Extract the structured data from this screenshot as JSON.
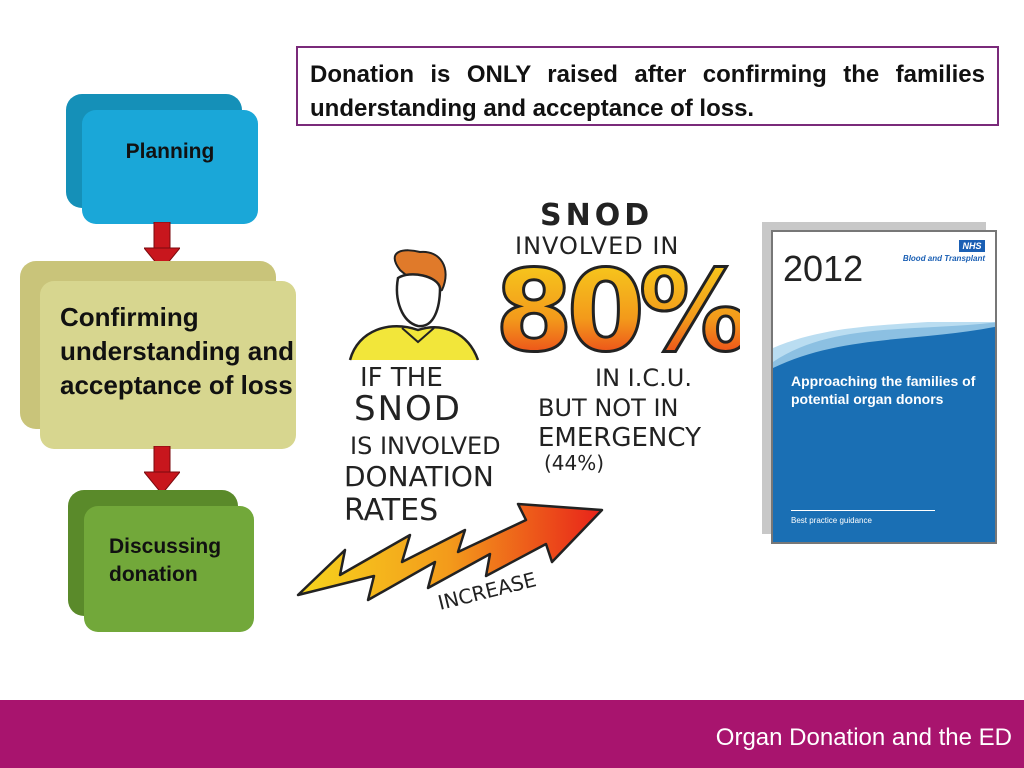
{
  "callout": {
    "text": "Donation is ONLY raised after confirming the families understanding and acceptance of loss."
  },
  "flow": {
    "steps": [
      {
        "label": "Planning",
        "color": "#1aa7d8"
      },
      {
        "label": "Confirming understanding and acceptance of loss",
        "color": "#d7d68f"
      },
      {
        "label": "Discussing donation",
        "color": "#72a83a"
      }
    ],
    "arrow_color": "#c8161d"
  },
  "illustration": {
    "top_line1": "SNOD",
    "top_line2": "INVOLVED IN",
    "big_stat": "80%",
    "icu_line": "IN I.C.U.",
    "but_line1": "BUT NOT IN",
    "but_line2": "EMERGENCY",
    "but_line3": "(44%)",
    "left_line1": "IF THE",
    "left_line2": "SNOD",
    "left_line3": "IS INVOLVED",
    "left_line4": "DONATION",
    "left_line5": "RATES",
    "increase_label": "INCREASE"
  },
  "booklet": {
    "year": "2012",
    "nhs_logo": "NHS",
    "org": "Blood and Transplant",
    "title": "Approaching the families of potential organ donors",
    "subtitle": "Best practice guidance",
    "accent": "#1a6fb4"
  },
  "footer": {
    "text": "Organ Donation and the ED",
    "color": "#a8146e"
  }
}
